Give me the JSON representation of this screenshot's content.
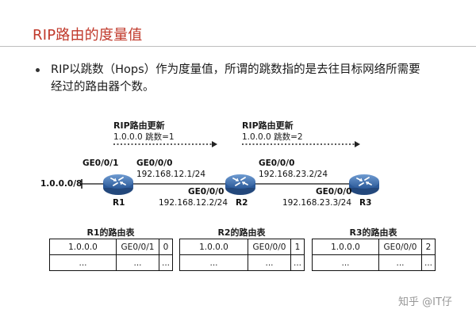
{
  "slide": {
    "title": "RIP路由的度量值",
    "bullet_line1": "RIP以跳数（Hops）作为度量值，所谓的跳数指的是去往目标网络所需要",
    "bullet_line2": "经过的路由器个数。"
  },
  "updates": [
    {
      "title": "RIP路由更新",
      "detail": "1.0.0.0  跳数=1"
    },
    {
      "title": "RIP路由更新",
      "detail": "1.0.0.0  跳数=2"
    }
  ],
  "topology": {
    "network": "1.0.0.0/8",
    "routers": [
      {
        "name": "R1",
        "icon": "router-icon"
      },
      {
        "name": "R2",
        "icon": "router-icon"
      },
      {
        "name": "R3",
        "icon": "router-icon"
      }
    ],
    "interfaces": {
      "r1_left_port": "GE0/0/1",
      "r1_right_port": "GE0/0/0",
      "r1_right_ip": "192.168.12.1/24",
      "r2_left_port": "GE0/0/0",
      "r2_left_ip": "192.168.12.2/24",
      "r2_right_port": "GE0/0/0",
      "r2_right_ip": "192.168.23.2/24",
      "r3_left_port": "GE0/0/0",
      "r3_left_ip": "192.168.23.3/24"
    }
  },
  "tables": [
    {
      "title": "R1的路由表",
      "rows": [
        [
          "1.0.0.0",
          "GE0/0/1",
          "0"
        ],
        [
          "...",
          "...",
          "..."
        ]
      ]
    },
    {
      "title": "R2的路由表",
      "rows": [
        [
          "1.0.0.0",
          "GE0/0/0",
          "1"
        ],
        [
          "...",
          "...",
          "..."
        ]
      ]
    },
    {
      "title": "R3的路由表",
      "rows": [
        [
          "1.0.0.0",
          "GE0/0/0",
          "2"
        ],
        [
          "...",
          "...",
          "..."
        ]
      ]
    }
  ],
  "watermark": "知乎 @IT仔",
  "colors": {
    "title": "#c0392b",
    "router_body": "#3d6fae",
    "link": "#111111"
  }
}
